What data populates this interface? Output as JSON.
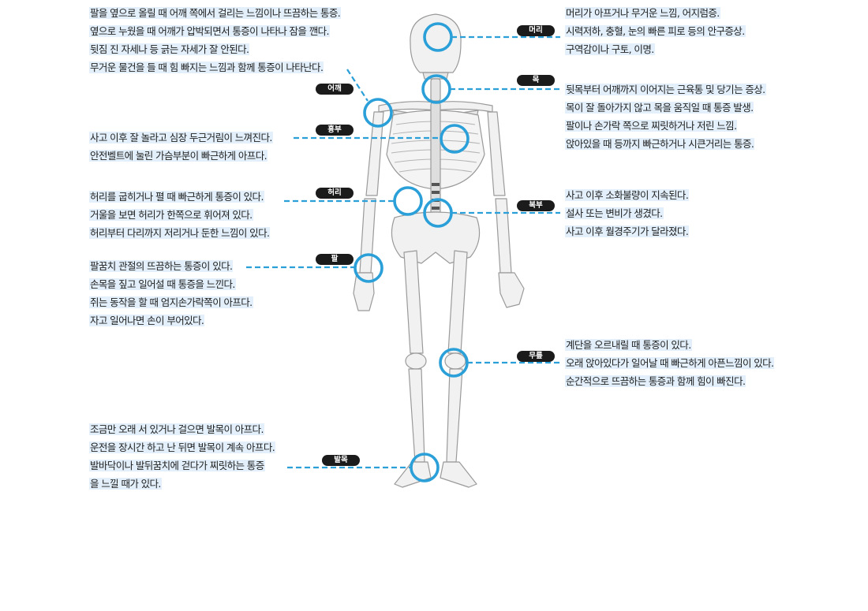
{
  "callouts": {
    "shoulder": {
      "label": "어깨",
      "lines": [
        "팔을 옆으로 올릴 때 어깨 쪽에서 걸리는 느낌이나 뜨끔하는 통증.",
        "옆으로 누웠을 때 어깨가 압박되면서 통증이 나타나 잠을 깬다.",
        "뒷짐 진 자세나 등 긁는 자세가 잘 안된다.",
        "무거운 물건을 들 때 힘 빠지는 느낌과 함께 통증이 나타난다."
      ]
    },
    "chest": {
      "label": "흉부",
      "lines": [
        "사고 이후 잘 놀라고 심장 두근거림이 느껴진다.",
        "안전벨트에 눌린 가슴부분이 빠근하게 아프다."
      ]
    },
    "waist": {
      "label": "허리",
      "lines": [
        "허리를 굽히거나 펼 때 빠근하게 통증이 있다.",
        "거울을 보면 허리가 한쪽으로 휘어져 있다.",
        "허리부터 다리까지 저리거나 둔한 느낌이 있다."
      ]
    },
    "arm": {
      "label": "팔",
      "lines": [
        "팔꿈치 관절의 뜨끔하는 통증이 있다.",
        "손목을 짚고 일어설 때 통증을 느낀다.",
        "쥐는 동작을 할 때 엄지손가락쪽이 아프다.",
        "자고 일어나면 손이 부어있다."
      ]
    },
    "ankle": {
      "label": "발목",
      "lines": [
        "조금만 오래 서 있거나 걸으면 발목이 아프다.",
        "운전을 장시간 하고 난 뒤면 발목이 계속 아프다.",
        "발바닥이나 발뒤꿈치에 걷다가 찌릿하는 통증",
        "을 느낄 때가 있다."
      ]
    },
    "head": {
      "label": "머리",
      "lines": [
        "머리가 아프거나 무거운 느낌, 어지럼증.",
        "시력저하, 충혈, 눈의 빠른 피로 등의 안구증상.",
        "구역감이나 구토, 이명."
      ]
    },
    "neck": {
      "label": "목",
      "lines": [
        "뒷목부터 어깨까지 이어지는 근육통 및 당기는 증상.",
        "목이 잘 돌아가지 않고 목을 움직일 때 통증 발생.",
        "팔이나 손가락 쪽으로 찌릿하거나 저린 느낌.",
        "앉아있을 때 등까지 빠근하거나 시큰거리는 통증."
      ]
    },
    "abdomen": {
      "label": "복부",
      "lines": [
        "사고 이후 소화불량이 지속된다.",
        "설사 또는 변비가 생겼다.",
        "사고 이후 월경주기가 달라졌다."
      ]
    },
    "knee": {
      "label": "무릎",
      "lines": [
        "계단을 오르내릴 때 통증이 있다.",
        "오래 앉아있다가 일어날 때 빠근하게 아픈느낌이 있다.",
        "순간적으로 뜨끔하는 통증과 함께 힘이 빠진다."
      ]
    }
  },
  "colors": {
    "accent": "#2a9fd8",
    "highlight": "#e3f0fb",
    "badge": "#1b1b1b",
    "bone": "#f1f1f1",
    "bone_stroke": "#9a9a9a"
  }
}
